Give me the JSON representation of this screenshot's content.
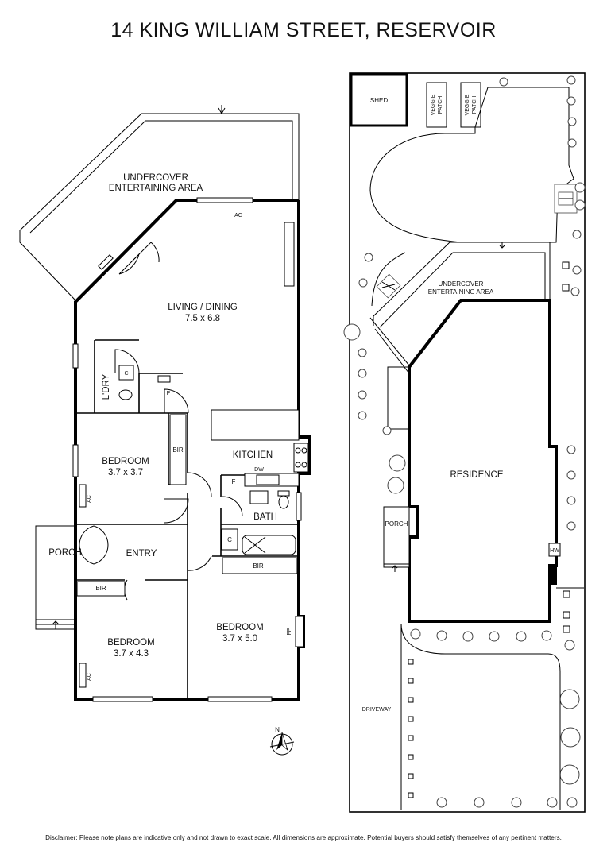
{
  "title": "14 KING WILLIAM STREET, RESERVOIR",
  "disclaimer": "Disclaimer: Please note plans are indicative only and not drawn to exact scale. All dimensions are approximate. Potential buyers should satisfy themselves of any pertinent matters.",
  "floor_plan": {
    "undercover": [
      "UNDERCOVER",
      "ENTERTAINING AREA"
    ],
    "living": {
      "name": "LIVING / DINING",
      "size": "7.5 x 6.8"
    },
    "laundry": "L'DRY",
    "kitchen": "KITCHEN",
    "bedroom1": {
      "name": "BEDROOM",
      "size": "3.7 x 3.7"
    },
    "bedroom2": {
      "name": "BEDROOM",
      "size": "3.7 x 4.3"
    },
    "bedroom3": {
      "name": "BEDROOM",
      "size": "3.7 x 5.0"
    },
    "bath": "BATH",
    "entry": "ENTRY",
    "porch": "PORCH",
    "bir": "BIR",
    "ac": "AC",
    "dw": "DW",
    "fridge": "F",
    "cupboard": "C",
    "pantry": "P",
    "fireplace": "FP"
  },
  "site_plan": {
    "shed": "SHED",
    "veggie": [
      "VEGGIE",
      "PATCH"
    ],
    "undercover": [
      "UNDERCOVER",
      "ENTERTAINING AREA"
    ],
    "residence": "RESIDENCE",
    "porch": "PORCH",
    "hw": "HW",
    "driveway": "DRIVEWAY"
  },
  "compass": "N"
}
